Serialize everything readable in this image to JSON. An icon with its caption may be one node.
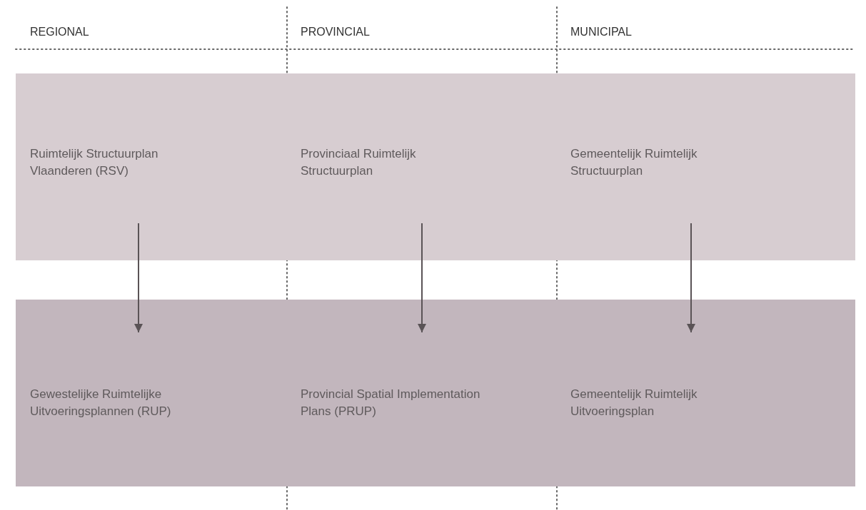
{
  "diagram": {
    "nodes": [
      {
        "text": [],
        "shape": "bar"
      },
      {
        "text": [
          "Ruimtelijk Structuurplan Vlaanderen (RSV)"
        ],
        "in": 0
      },
      {
        "text": [
          "Provinciaal Ruimtelijk Structuurplan"
        ],
        "in": 0
      },
      {
        "text": [
          "Gemeentelijk Ruimtelijk Structuurplan"
        ],
        "in": 0
      },
      {
        "text": [],
        "shape": "bar"
      },
      {
        "text": [
          "Gewestelijke Ruimtelijke Uitvoeringsplannen (RUP)"
        ],
        "in": 4
      },
      {
        "text": [
          "Provincial Spatial Implementation Plans (PRUP)"
        ],
        "in": 4
      },
      {
        "text": [
          "Gemeentelijk Ruimtelijk Uitvoeringsplan"
        ],
        "in": 4
      }
    ],
    "edges": [
      {
        "from": 1,
        "to": 5,
        "arrow": "to"
      },
      {
        "from": 2,
        "to": 6,
        "arrow": "to"
      },
      {
        "from": 3,
        "to": 7,
        "arrow": "to"
      }
    ],
    "labels": [
      "REGIONAL",
      "PROVINCIAL",
      "MUNICIPAL"
    ]
  }
}
